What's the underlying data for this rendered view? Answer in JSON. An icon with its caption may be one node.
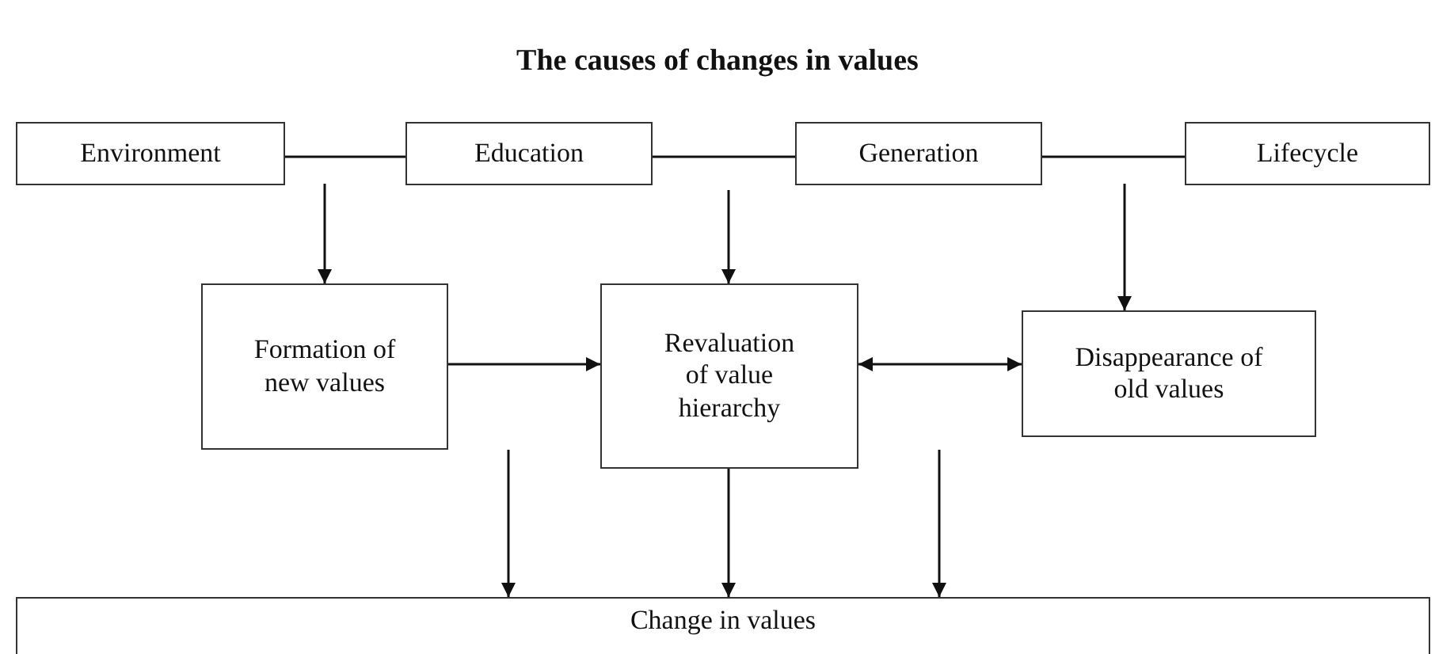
{
  "diagram": {
    "title": "The causes of changes in values",
    "nodes": [
      {
        "text": [
          "Environment"
        ]
      },
      {
        "text": [
          "Education"
        ]
      },
      {
        "text": [
          "Generation"
        ]
      },
      {
        "text": [
          "Lifecycle"
        ]
      },
      {
        "text": [
          "Formation of new values"
        ]
      },
      {
        "text": [
          "Revaluation of value hierarchy"
        ]
      },
      {
        "text": [
          "Disappearance of old values"
        ]
      },
      {
        "text": [
          "Change in values"
        ]
      }
    ],
    "edges": [
      {
        "from": 0,
        "to": 1,
        "arrow": "none"
      },
      {
        "from": 1,
        "to": 2,
        "arrow": "none"
      },
      {
        "from": 2,
        "to": 3,
        "arrow": "none"
      },
      {
        "from": null,
        "to": 4,
        "arrow": "to"
      },
      {
        "from": null,
        "to": 5,
        "arrow": "to"
      },
      {
        "from": null,
        "to": 6,
        "arrow": "to"
      },
      {
        "from": 4,
        "to": 5,
        "arrow": "to"
      },
      {
        "from": 5,
        "to": 6,
        "arrow": "both"
      },
      {
        "from": null,
        "to": 7,
        "arrow": "to"
      },
      {
        "from": 5,
        "to": 7,
        "arrow": "to"
      },
      {
        "from": null,
        "to": 7,
        "arrow": "to"
      }
    ]
  }
}
